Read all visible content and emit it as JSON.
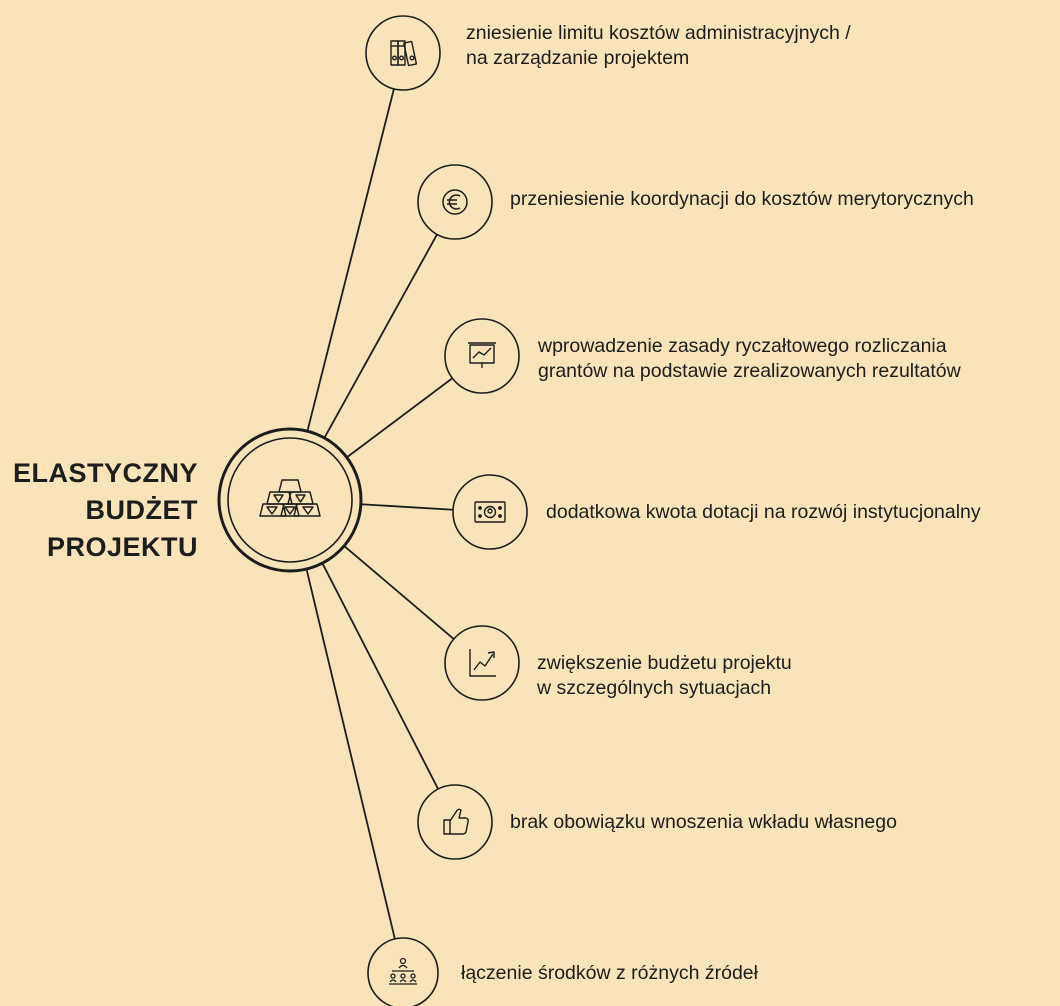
{
  "center": {
    "title_lines": [
      "ELASTYCZNY",
      "BUDŻET",
      "PROJEKTU"
    ],
    "icon": "gold-bars-icon"
  },
  "items": [
    {
      "icon": "binders-icon",
      "lines": [
        "zniesienie limitu kosztów administracyjnych /",
        "na zarządzanie projektem"
      ]
    },
    {
      "icon": "euro-icon",
      "lines": [
        "przeniesienie koordynacji do kosztów merytorycznych"
      ]
    },
    {
      "icon": "presentation-chart-icon",
      "lines": [
        "wprowadzenie zasady ryczałtowego rozliczania",
        "grantów na podstawie zrealizowanych rezultatów"
      ]
    },
    {
      "icon": "banknote-icon",
      "lines": [
        "dodatkowa kwota dotacji na rozwój instytucjonalny"
      ]
    },
    {
      "icon": "growth-chart-icon",
      "lines": [
        "zwiększenie budżetu projektu",
        "w szczególnych sytuacjach"
      ]
    },
    {
      "icon": "thumbs-up-icon",
      "lines": [
        "brak obowiązku wnoszenia wkładu własnego"
      ]
    },
    {
      "icon": "org-structure-icon",
      "lines": [
        "łączenie środków z różnych źródeł"
      ]
    }
  ]
}
